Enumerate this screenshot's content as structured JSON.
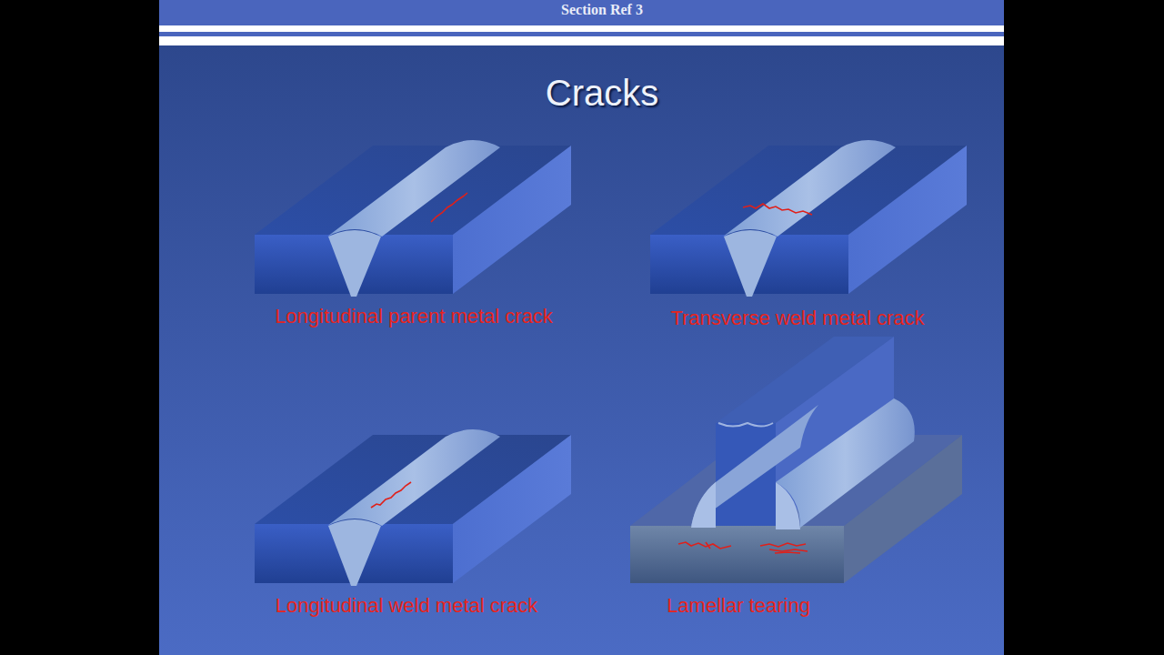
{
  "diagram": {
    "title": "Cracks",
    "labels": [
      "Section Ref 3",
      "Longitudinal parent metal crack",
      "Transverse weld metal crack",
      "Longitudinal weld metal crack",
      "Lamellar tearing"
    ]
  }
}
